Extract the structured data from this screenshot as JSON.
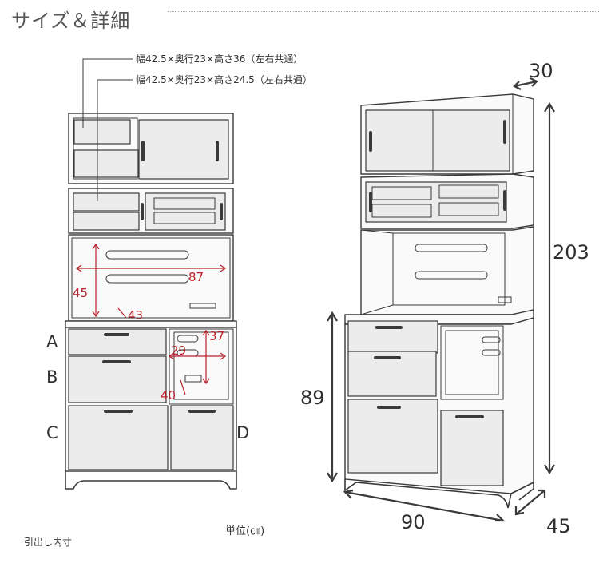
{
  "title": "サイズ＆詳細",
  "callouts": {
    "upper_drawer": "幅42.5×奥行23×高さ36（左右共通）",
    "lower_drawer": "幅42.5×奥行23×高さ24.5（左右共通）"
  },
  "left_dims": {
    "height_45": "45",
    "width_87": "87",
    "depth_43": "43",
    "height_37": "37",
    "width_29": "29",
    "depth_40": "40"
  },
  "drawer_labels": {
    "a": "A",
    "b": "B",
    "c": "C",
    "d": "D"
  },
  "right_dims": {
    "depth_30": "30",
    "height_203": "203",
    "height_89": "89",
    "width_90": "90",
    "depth_45": "45"
  },
  "footer": {
    "unit": "単位(㎝)",
    "inner_note": "引出し内寸"
  },
  "colors": {
    "dimension_red": "#b8202a",
    "line": "#3a3a3a"
  }
}
